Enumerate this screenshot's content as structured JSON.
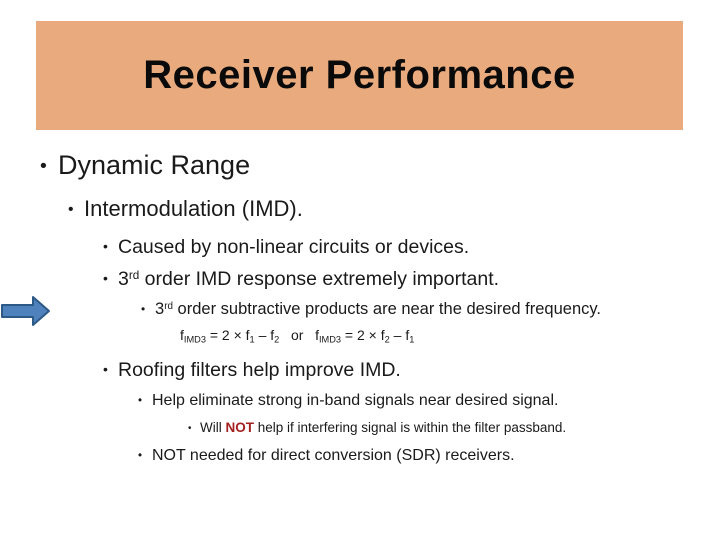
{
  "slide": {
    "title": "Receiver Performance",
    "colors": {
      "banner": "#E9AB7D",
      "title_text": "#0a0a0a",
      "body_text": "#1a1a1a",
      "not_red": "#A32020",
      "arrow_fill": "#4F81BD",
      "arrow_stroke": "#2D5986"
    },
    "icons": {
      "highlight_arrow": "right-block-arrow"
    },
    "lines": [
      {
        "kind": "bullet",
        "segments": [
          {
            "t": "Dynamic Range"
          }
        ]
      },
      {
        "kind": "bullet",
        "segments": [
          {
            "t": "Intermodulation (IMD)."
          }
        ]
      },
      {
        "kind": "bullet",
        "segments": [
          {
            "t": "Caused by non-linear circuits or devices."
          }
        ]
      },
      {
        "kind": "bullet",
        "segments": [
          {
            "t": "3"
          },
          {
            "t": "rd",
            "style": "sup"
          },
          {
            "t": " order IMD response extremely important."
          }
        ]
      },
      {
        "kind": "bullet",
        "segments": [
          {
            "t": "3"
          },
          {
            "t": "rd",
            "style": "sup"
          },
          {
            "t": " order subtractive products are near the desired frequency."
          }
        ]
      },
      {
        "kind": "formula",
        "segments": [
          {
            "t": "f"
          },
          {
            "t": "IMD3",
            "style": "sub"
          },
          {
            "t": " = 2 × f"
          },
          {
            "t": "1",
            "style": "sub"
          },
          {
            "t": " – f"
          },
          {
            "t": "2",
            "style": "sub"
          },
          {
            "t": "   or   f"
          },
          {
            "t": "IMD3",
            "style": "sub"
          },
          {
            "t": " = 2 × f"
          },
          {
            "t": "2",
            "style": "sub"
          },
          {
            "t": " – f"
          },
          {
            "t": "1",
            "style": "sub"
          }
        ]
      },
      {
        "kind": "bullet",
        "segments": [
          {
            "t": "Roofing filters help improve IMD."
          }
        ]
      },
      {
        "kind": "bullet",
        "segments": [
          {
            "t": "Help eliminate strong in-band signals near desired signal."
          }
        ]
      },
      {
        "kind": "bullet",
        "segments": [
          {
            "t": "Will "
          },
          {
            "t": "NOT",
            "style": "red"
          },
          {
            "t": " help if interfering signal is within the filter passband."
          }
        ]
      },
      {
        "kind": "bullet",
        "segments": [
          {
            "t": "NOT needed for direct conversion (SDR) receivers."
          }
        ]
      }
    ]
  }
}
